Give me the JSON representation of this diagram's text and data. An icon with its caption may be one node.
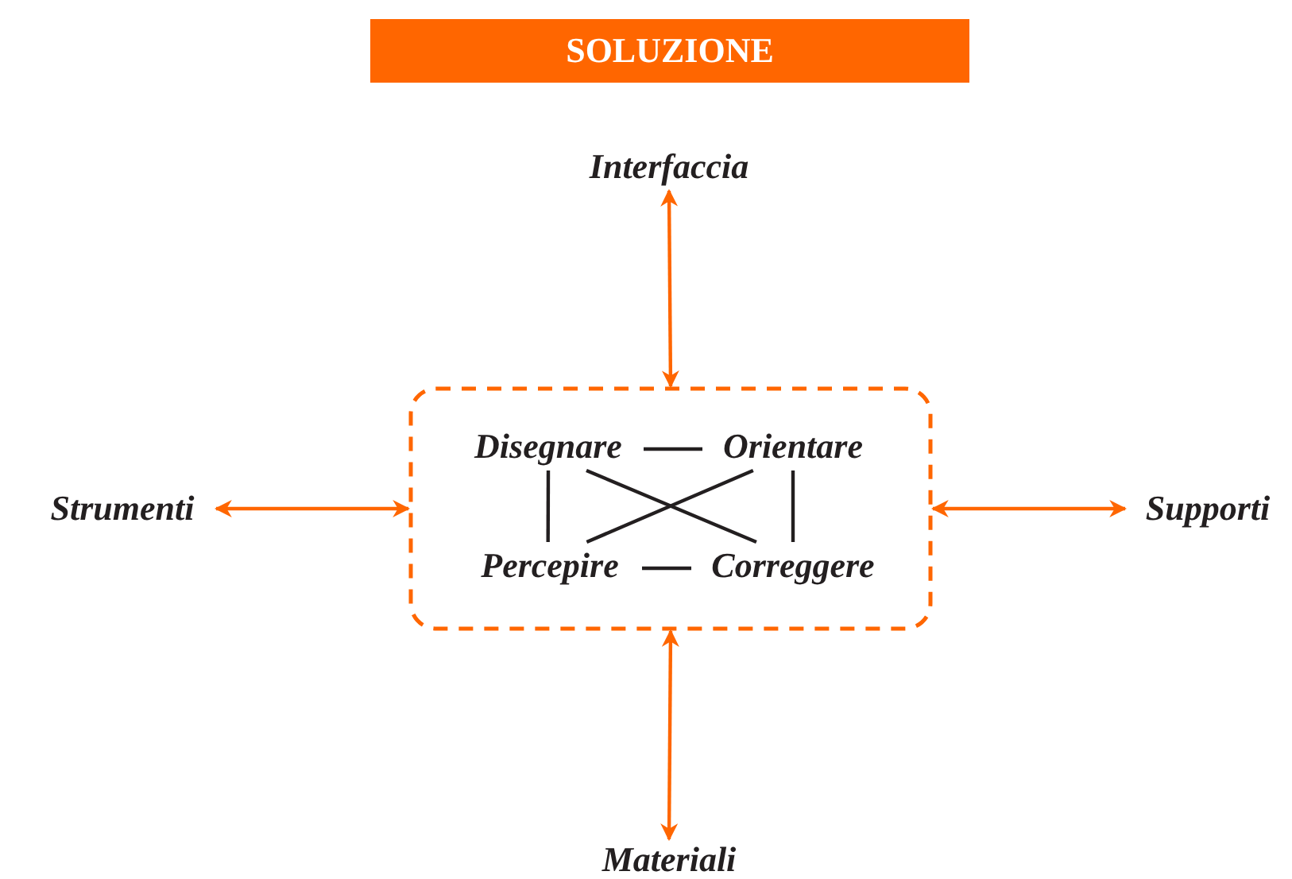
{
  "diagram": {
    "title": "SOLUZIONE",
    "nodes": [
      {
        "text": [
          "Interfaccia"
        ]
      },
      {
        "text": [
          "Strumenti"
        ]
      },
      {
        "text": [],
        "shape": "box"
      },
      {
        "text": [
          "Disegnare"
        ],
        "in": 2
      },
      {
        "text": [
          "Orientare"
        ],
        "in": 2
      },
      {
        "text": [
          "Percepire"
        ],
        "in": 2
      },
      {
        "text": [
          "Correggere"
        ],
        "in": 2
      },
      {
        "text": [
          "Supporti"
        ]
      },
      {
        "text": [
          "Materiali"
        ]
      }
    ],
    "edges": [
      {
        "from": 0,
        "to": 2,
        "arrow": "both",
        "color": "#ff6600"
      },
      {
        "from": 1,
        "to": 2,
        "arrow": "both",
        "color": "#ff6600"
      },
      {
        "from": 2,
        "to": 7,
        "arrow": "both",
        "color": "#ff6600"
      },
      {
        "from": 2,
        "to": 8,
        "arrow": "both",
        "color": "#ff6600"
      },
      {
        "from": 3,
        "to": 4,
        "arrow": "none"
      },
      {
        "from": 5,
        "to": 6,
        "arrow": "none"
      },
      {
        "from": 3,
        "to": 5,
        "arrow": "none"
      },
      {
        "from": 4,
        "to": 6,
        "arrow": "none"
      },
      {
        "from": 3,
        "to": 6,
        "arrow": "none"
      },
      {
        "from": 4,
        "to": 5,
        "arrow": "none"
      }
    ]
  }
}
